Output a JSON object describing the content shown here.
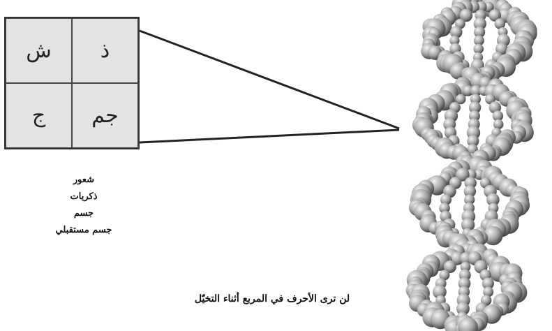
{
  "grid": {
    "cells": [
      "ش",
      "ذ",
      "ج",
      "جم"
    ]
  },
  "legend": [
    "شعور",
    "ذكريات",
    "جسم",
    "جسم مستقبلي"
  ],
  "caption": "لن ترى الأحرف في المربع أثناء التخيّل",
  "colors": {
    "grid_fill": "#e3e3e3",
    "line": "#222222",
    "atom": "#9a9a9a"
  }
}
